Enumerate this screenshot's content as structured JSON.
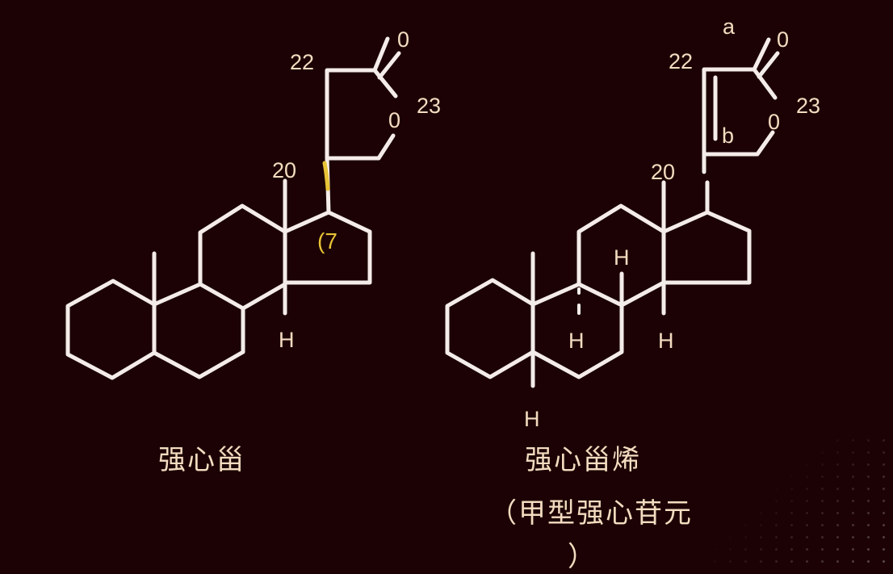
{
  "colors": {
    "background": "#1c0204",
    "bond": "#f4ece8",
    "atom_label": "#f3dcc0",
    "annotation": "#e8c437"
  },
  "left_structure": {
    "name": "强心甾",
    "labels": {
      "c22": "22",
      "carbonyl_o": "0",
      "ring_o": "0",
      "c23": "23",
      "c20": "20",
      "c17_annotation": "(7",
      "h14": "H"
    }
  },
  "right_structure": {
    "name": "强心甾烯",
    "subtitle_line1": "（甲型强心苷元",
    "subtitle_line2": "）",
    "labels": {
      "a": "a",
      "c22": "22",
      "carbonyl_o": "0",
      "b": "b",
      "ring_o": "0",
      "c23": "23",
      "c20": "20",
      "h8": "H",
      "h9": "H",
      "h14": "H",
      "h5": "H"
    }
  }
}
